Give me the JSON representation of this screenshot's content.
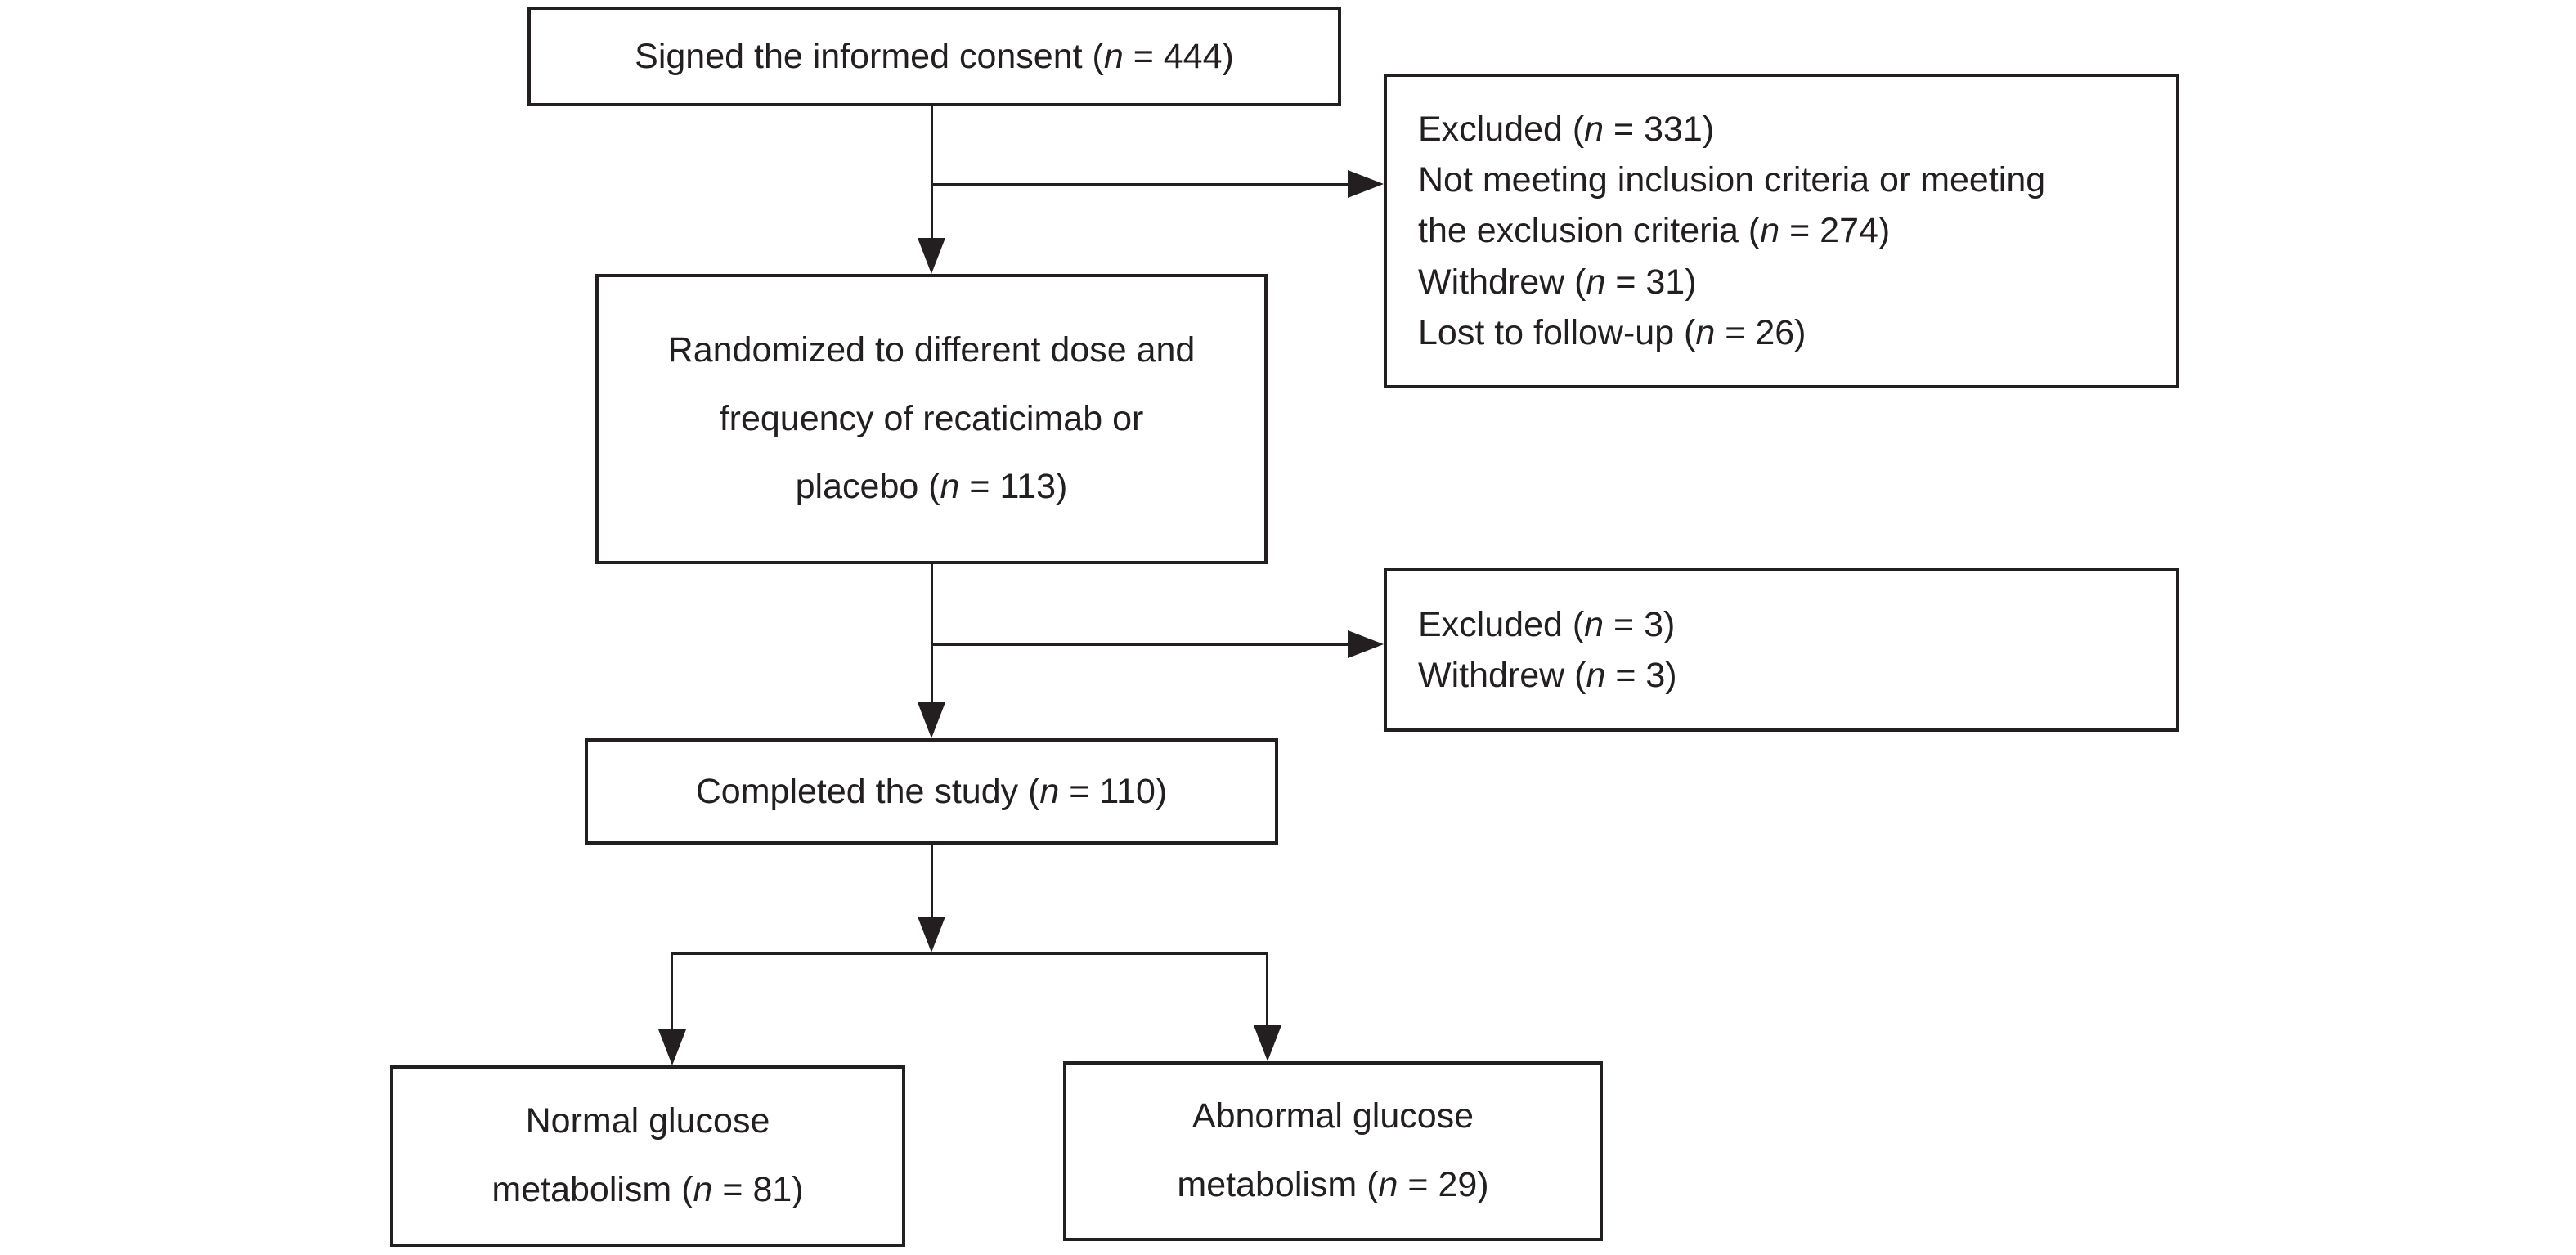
{
  "diagram": {
    "kind": "study-flowchart",
    "colors": {
      "stroke": "#231f20",
      "text": "#231f20",
      "background": "#ffffff"
    },
    "boxes": {
      "signed_consent": {
        "align": "center",
        "lines": [
          [
            {
              "t": "Signed the informed consent ("
            },
            {
              "t": "n",
              "i": 1
            },
            {
              "t": " = 444)"
            }
          ]
        ]
      },
      "excluded_1": {
        "align": "left",
        "lines": [
          [
            {
              "t": "Excluded ("
            },
            {
              "t": "n",
              "i": 1
            },
            {
              "t": " = 331)"
            }
          ],
          [
            {
              "t": "Not meeting inclusion criteria or meeting"
            }
          ],
          [
            {
              "t": "the exclusion criteria ("
            },
            {
              "t": "n",
              "i": 1
            },
            {
              "t": " = 274)"
            }
          ],
          [
            {
              "t": "Withdrew ("
            },
            {
              "t": "n",
              "i": 1
            },
            {
              "t": " = 31)"
            }
          ],
          [
            {
              "t": "Lost to follow-up ("
            },
            {
              "t": "n",
              "i": 1
            },
            {
              "t": " = 26)"
            }
          ]
        ]
      },
      "randomized": {
        "align": "center",
        "wide_spacing": true,
        "lines": [
          [
            {
              "t": "Randomized to different dose and"
            }
          ],
          [
            {
              "t": "frequency of recaticimab or"
            }
          ],
          [
            {
              "t": "placebo ("
            },
            {
              "t": "n",
              "i": 1
            },
            {
              "t": " = 113)"
            }
          ]
        ]
      },
      "excluded_2": {
        "align": "left",
        "lines": [
          [
            {
              "t": "Excluded ("
            },
            {
              "t": "n",
              "i": 1
            },
            {
              "t": " = 3)"
            }
          ],
          [
            {
              "t": "Withdrew ("
            },
            {
              "t": "n",
              "i": 1
            },
            {
              "t": " = 3)"
            }
          ]
        ]
      },
      "completed": {
        "align": "center",
        "lines": [
          [
            {
              "t": "Completed the study ("
            },
            {
              "t": "n",
              "i": 1
            },
            {
              "t": " = 110)"
            }
          ]
        ]
      },
      "normal_glucose": {
        "align": "center",
        "wide_spacing": true,
        "lines": [
          [
            {
              "t": "Normal glucose"
            }
          ],
          [
            {
              "t": "metabolism ("
            },
            {
              "t": "n",
              "i": 1
            },
            {
              "t": " = 81)"
            }
          ]
        ]
      },
      "abnormal_glucose": {
        "align": "center",
        "wide_spacing": true,
        "lines": [
          [
            {
              "t": "Abnormal glucose"
            }
          ],
          [
            {
              "t": "metabolism ("
            },
            {
              "t": "n",
              "i": 1
            },
            {
              "t": " = 29)"
            }
          ]
        ]
      }
    },
    "counts": {
      "signed_consent": 444,
      "excluded_after_consent": 331,
      "not_meeting_criteria": 274,
      "withdrew_before_randomization": 31,
      "lost_to_follow_up": 26,
      "randomized": 113,
      "excluded_after_randomization": 3,
      "withdrew_after_randomization": 3,
      "completed": 110,
      "normal_glucose_metabolism": 81,
      "abnormal_glucose_metabolism": 29
    }
  }
}
